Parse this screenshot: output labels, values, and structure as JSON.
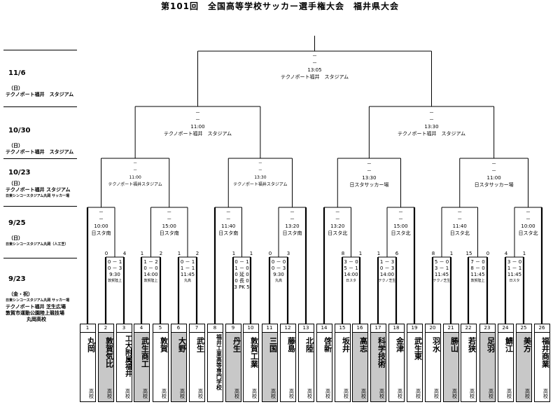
{
  "title": "第101回　全国高等学校サッカー選手権大会　福井県大会",
  "rounds": [
    {
      "date": "11/6",
      "day": "（日）",
      "venues": [
        "テクノポート福井　スタジアム"
      ]
    },
    {
      "date": "10/30",
      "day": "（日）",
      "venues": [
        "テクノポート福井　スタジアム"
      ]
    },
    {
      "date": "10/23",
      "day": "（日）",
      "venues": [
        "テクノポート福井 スタジアム",
        "日東シンコースタジアム丸岡 サッカー場"
      ]
    },
    {
      "date": "9/25",
      "day": "（日）",
      "venues": [
        "日東シンコースタジアム丸岡（人工芝）"
      ]
    },
    {
      "date": "9/23",
      "day": "（金・祝）",
      "venues": [
        "日東シンコースタジアム丸岡 サッカー場",
        "テクノポート福井 芝生広場",
        "敦賀市運動公園陸上競技場",
        "丸岡高校"
      ]
    }
  ],
  "final": {
    "dash": "－",
    "time": "13:05",
    "venue": "テクノポート福井　スタジアム"
  },
  "semis": [
    {
      "dash": "－",
      "time": "11:00",
      "venue": "テクノポート福井　スタジアム"
    },
    {
      "dash": "－",
      "time": "13:30",
      "venue": "テクノポート福井　スタジアム"
    }
  ],
  "quarters": [
    {
      "dash": "－",
      "time": "11:00",
      "venue": "テクノポート福井スタジアム"
    },
    {
      "dash": "－",
      "time": "13:30",
      "venue": "テクノポート福井スタジアム"
    },
    {
      "dash": "－",
      "time": "13:30",
      "venue": "日スタサッカー場"
    },
    {
      "dash": "－",
      "time": "11:00",
      "venue": "日スタサッカー場"
    }
  ],
  "round2": [
    {
      "dash": "－",
      "time": "10:00",
      "venue": "日スタ南"
    },
    {
      "dash": "－",
      "time": "15:00",
      "venue": "日スタ南"
    },
    {
      "dash": "－",
      "time": "11:40",
      "venue": "日スタ南"
    },
    {
      "dash": "－",
      "time": "13:20",
      "venue": "日スタ南"
    },
    {
      "dash": "－",
      "time": "13:20",
      "venue": "日スタ北"
    },
    {
      "dash": "－",
      "time": "15:00",
      "venue": "日スタ北"
    },
    {
      "dash": "－",
      "time": "11:40",
      "venue": "日スタ北"
    },
    {
      "dash": "－",
      "time": "10:00",
      "venue": "日スタ北"
    }
  ],
  "round1": [
    {
      "l": "0",
      "r": "4",
      "lines": [
        "0 － 1",
        "0 － 3",
        "9:30",
        "敦賀陸上"
      ]
    },
    {
      "l": "1",
      "r": "2",
      "lines": [
        "1 － 2",
        "0 － 0",
        "14:00",
        "敦賀陸上"
      ]
    },
    {
      "l": "1",
      "r": "2",
      "lines": [
        "0 － 1",
        "1 － 1",
        "11:45",
        "丸高"
      ]
    },
    {
      "l": "1",
      "r": "1",
      "lines": [
        "0 － 1",
        "1 － 0",
        "0 延 0",
        "0 長 0",
        "3 PK 5"
      ]
    },
    {
      "l": "0",
      "r": "3",
      "lines": [
        "0 － 0",
        "0 － 3",
        "9:30",
        "丸高"
      ]
    },
    {
      "l": "8",
      "r": "1",
      "lines": [
        "3 － 0",
        "5 － 1",
        "14:00",
        "日スタ"
      ]
    },
    {
      "l": "1",
      "r": "6",
      "lines": [
        "1 － 3",
        "0 － 3",
        "14:00",
        "テクノ芝生"
      ]
    },
    {
      "l": "8",
      "r": "1",
      "lines": [
        "5 － 0",
        "3 － 1",
        "11:45",
        "テクノ芝生"
      ]
    },
    {
      "l": "15",
      "r": "0",
      "lines": [
        "7 － 0",
        "8 － 0",
        "11:45",
        "敦賀陸上"
      ]
    },
    {
      "l": "4",
      "r": "1",
      "lines": [
        "3 － 0",
        "1 － 1",
        "11:45",
        "日スタ"
      ]
    }
  ],
  "teams": [
    {
      "num": "1",
      "name": "丸岡",
      "kind": "高校",
      "gray": false
    },
    {
      "num": "2",
      "name": "敦賀気比",
      "kind": "高校",
      "gray": true
    },
    {
      "num": "3",
      "name": "工大附属福井",
      "kind": "高校",
      "gray": false
    },
    {
      "num": "4",
      "name": "武生商工",
      "kind": "高校",
      "gray": true
    },
    {
      "num": "5",
      "name": "敦賀",
      "kind": "高校",
      "gray": false
    },
    {
      "num": "6",
      "name": "大野",
      "kind": "高校",
      "gray": true
    },
    {
      "num": "7",
      "name": "武生",
      "kind": "高校",
      "gray": false
    },
    {
      "num": "8",
      "name": "福井工業高等専門学校",
      "kind": "",
      "gray": false
    },
    {
      "num": "9",
      "name": "丹生",
      "kind": "高校",
      "gray": true
    },
    {
      "num": "10",
      "name": "敦賀工業",
      "kind": "高校",
      "gray": false
    },
    {
      "num": "11",
      "name": "三国",
      "kind": "高校",
      "gray": true
    },
    {
      "num": "12",
      "name": "藤島",
      "kind": "高校",
      "gray": false
    },
    {
      "num": "13",
      "name": "北陸",
      "kind": "高校",
      "gray": false
    },
    {
      "num": "14",
      "name": "啓新",
      "kind": "高校",
      "gray": false
    },
    {
      "num": "15",
      "name": "坂井",
      "kind": "高校",
      "gray": false
    },
    {
      "num": "16",
      "name": "高志",
      "kind": "高校",
      "gray": true
    },
    {
      "num": "17",
      "name": "科学技術",
      "kind": "高校",
      "gray": true
    },
    {
      "num": "18",
      "name": "金津",
      "kind": "高校",
      "gray": false
    },
    {
      "num": "19",
      "name": "武生東",
      "kind": "高校",
      "gray": false
    },
    {
      "num": "20",
      "name": "羽水",
      "kind": "高校",
      "gray": false
    },
    {
      "num": "21",
      "name": "勝山",
      "kind": "高校",
      "gray": true
    },
    {
      "num": "22",
      "name": "若狭",
      "kind": "高校",
      "gray": false
    },
    {
      "num": "23",
      "name": "足羽",
      "kind": "高校",
      "gray": true
    },
    {
      "num": "24",
      "name": "鯖江",
      "kind": "高校",
      "gray": false
    },
    {
      "num": "25",
      "name": "美方",
      "kind": "高校",
      "gray": true
    },
    {
      "num": "26",
      "name": "福井商業",
      "kind": "高校",
      "gray": false
    }
  ]
}
